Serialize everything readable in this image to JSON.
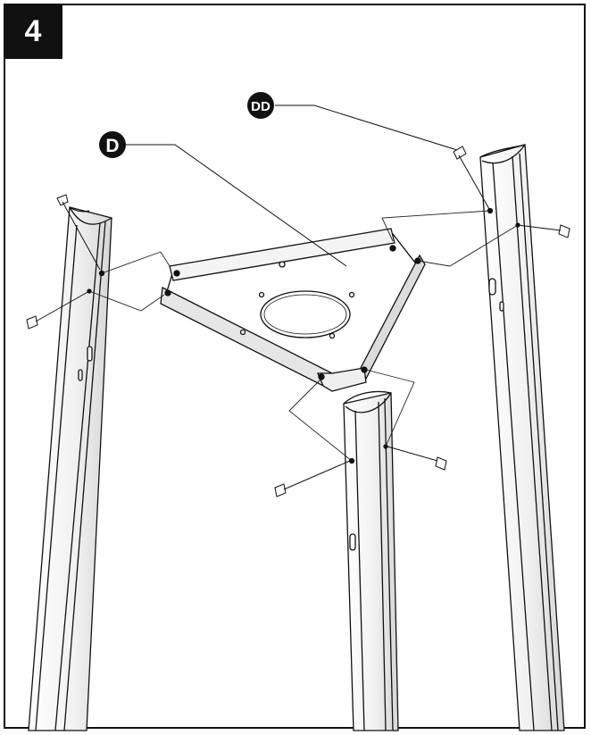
{
  "step": {
    "number": "4"
  },
  "callouts": {
    "bracket": {
      "label": "D"
    },
    "screw": {
      "label": "DD"
    }
  },
  "colors": {
    "ink": "#111111",
    "paper": "#ffffff",
    "shade": "#d9d9d9"
  }
}
